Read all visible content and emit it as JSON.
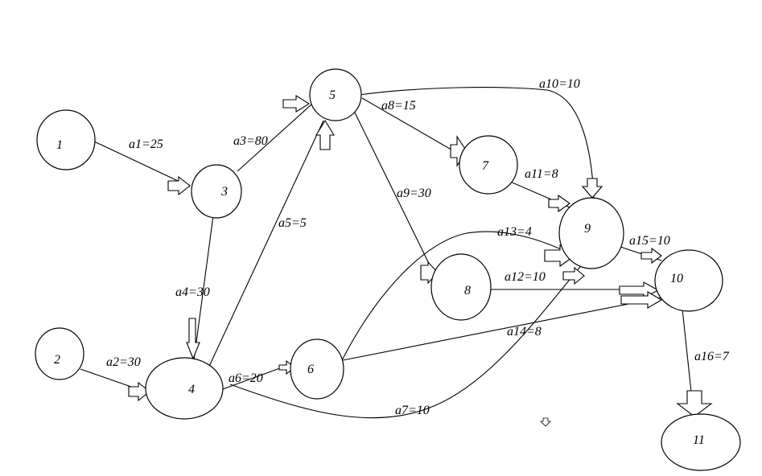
{
  "nodes": [
    {
      "id": "n1",
      "label": "1"
    },
    {
      "id": "n2",
      "label": "2"
    },
    {
      "id": "n3",
      "label": "3"
    },
    {
      "id": "n4",
      "label": "4"
    },
    {
      "id": "n5",
      "label": "5"
    },
    {
      "id": "n6",
      "label": "6"
    },
    {
      "id": "n7",
      "label": "7"
    },
    {
      "id": "n8",
      "label": "8"
    },
    {
      "id": "n9",
      "label": "9"
    },
    {
      "id": "n10",
      "label": "10"
    },
    {
      "id": "n11",
      "label": "11"
    }
  ],
  "edges": [
    {
      "id": "a1",
      "from": "1",
      "to": "3",
      "label": "a1=25"
    },
    {
      "id": "a2",
      "from": "2",
      "to": "4",
      "label": "a2=30"
    },
    {
      "id": "a3",
      "from": "3",
      "to": "5",
      "label": "a3=80"
    },
    {
      "id": "a4",
      "from": "3",
      "to": "4",
      "label": "a4=30"
    },
    {
      "id": "a5",
      "from": "4",
      "to": "5",
      "label": "a5=5"
    },
    {
      "id": "a6",
      "from": "4",
      "to": "6",
      "label": "a6=20"
    },
    {
      "id": "a7",
      "from": "4",
      "to": "9",
      "label": "a7=10"
    },
    {
      "id": "a8",
      "from": "5",
      "to": "7",
      "label": "a8=15"
    },
    {
      "id": "a9",
      "from": "5",
      "to": "8",
      "label": "a9=30"
    },
    {
      "id": "a10",
      "from": "5",
      "to": "9",
      "label": "a10=10"
    },
    {
      "id": "a11",
      "from": "7",
      "to": "9",
      "label": "a11=8"
    },
    {
      "id": "a12",
      "from": "8",
      "to": "10",
      "label": "a12=10"
    },
    {
      "id": "a13",
      "from": "6",
      "to": "9",
      "label": "a13=4"
    },
    {
      "id": "a14",
      "from": "6",
      "to": "10",
      "label": "a14=8"
    },
    {
      "id": "a15",
      "from": "9",
      "to": "10",
      "label": "a15=10"
    },
    {
      "id": "a16",
      "from": "10",
      "to": "11",
      "label": "a16=7"
    }
  ]
}
